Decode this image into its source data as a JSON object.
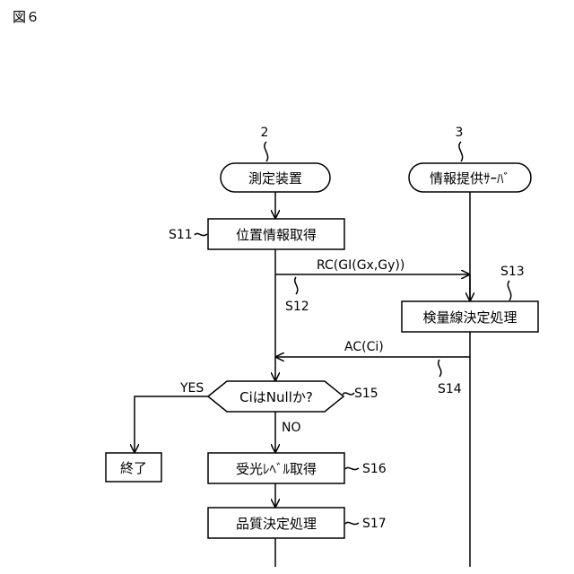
{
  "figure_label": "図６",
  "lanes": {
    "left": {
      "ref": "2",
      "title": "測定装置"
    },
    "right": {
      "ref": "3",
      "title": "情報提供ｻｰﾊﾞ"
    }
  },
  "steps": {
    "s11": {
      "id": "S11",
      "text": "位置情報取得"
    },
    "s12": {
      "id": "S12",
      "message": "RC(GI(Gx,Gy))"
    },
    "s13": {
      "id": "S13",
      "text": "検量線決定処理"
    },
    "s14": {
      "id": "S14",
      "message": "AC(Ci)"
    },
    "s15": {
      "id": "S15",
      "text": "CiはNullか?",
      "yes": "YES",
      "no": "NO"
    },
    "end": {
      "text": "終了"
    },
    "s16": {
      "id": "S16",
      "text": "受光ﾚﾍﾞﾙ取得"
    },
    "s17": {
      "id": "S17",
      "text": "品質決定処理"
    }
  }
}
